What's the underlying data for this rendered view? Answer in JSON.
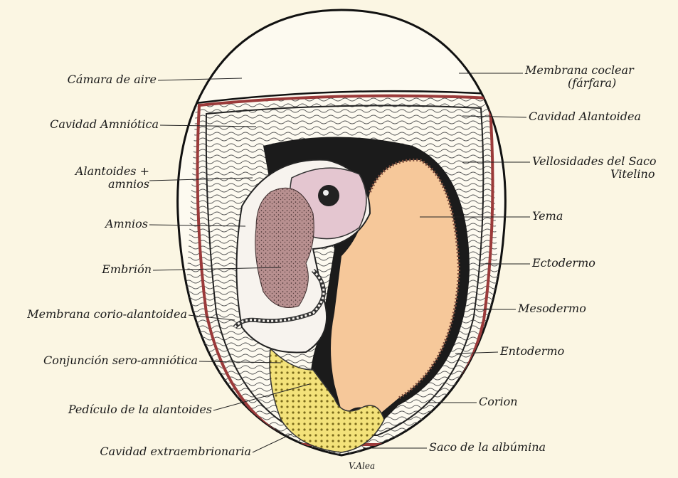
{
  "labels_left": [
    {
      "id": "camara-de-aire",
      "lines": [
        "Cámara de aire"
      ]
    },
    {
      "id": "cavidad-amniotica",
      "lines": [
        "Cavidad Amniótica"
      ]
    },
    {
      "id": "alantoides-amnios",
      "lines": [
        "Alantoides +",
        "amnios"
      ]
    },
    {
      "id": "amnios",
      "lines": [
        "Amnios"
      ]
    },
    {
      "id": "embrion",
      "lines": [
        "Embrión"
      ]
    },
    {
      "id": "membrana-corio-alantoidea",
      "lines": [
        "Membrana corio-alantoidea"
      ]
    },
    {
      "id": "conjuncion-sero-amniotica",
      "lines": [
        "Conjunción sero-amniótica"
      ]
    },
    {
      "id": "pediculo-alantoides",
      "lines": [
        "Pedículo de la alantoides"
      ]
    },
    {
      "id": "cavidad-extraembrionaria",
      "lines": [
        "Cavidad extraembrionaria"
      ]
    }
  ],
  "labels_right": [
    {
      "id": "membrana-coclear",
      "lines": [
        "Membrana coclear",
        "(fárfara)"
      ]
    },
    {
      "id": "cavidad-alantoidea",
      "lines": [
        "Cavidad Alantoidea"
      ]
    },
    {
      "id": "vellosidades-saco-vitelino",
      "lines": [
        "Vellosidades del Saco",
        "Vitelino"
      ]
    },
    {
      "id": "yema",
      "lines": [
        "Yema"
      ]
    },
    {
      "id": "ectodermo",
      "lines": [
        "Ectodermo"
      ]
    },
    {
      "id": "mesodermo",
      "lines": [
        "Mesodermo"
      ]
    },
    {
      "id": "entodermo",
      "lines": [
        "Entodermo"
      ]
    },
    {
      "id": "corion",
      "lines": [
        "Corion"
      ]
    },
    {
      "id": "saco-albumina",
      "lines": [
        "Saco de la albúmina"
      ]
    }
  ],
  "signature": "V.Alea",
  "colors": {
    "background": "#fbf6e3",
    "yolk": "#f6c89a",
    "albumen": "#f3e27a",
    "embryo": "#b48a8a",
    "membrane_red": "#9b3a3a",
    "dark_fill": "#1b1b1b"
  }
}
